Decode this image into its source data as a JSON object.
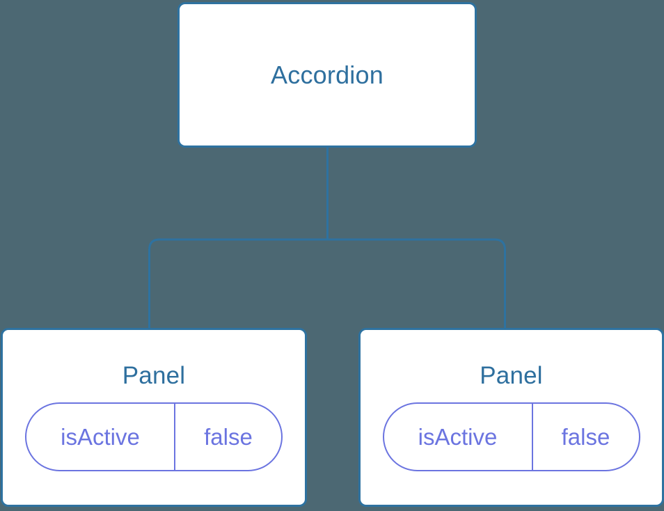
{
  "canvas": {
    "background_color": "#4c6873",
    "node_border_color": "#2e72a0",
    "node_fill_color": "#ffffff",
    "title_color": "#2e6f9e",
    "pill_color": "#6b74e0",
    "connector_color": "#2e72a0"
  },
  "tree": {
    "root": {
      "title": "Accordion"
    },
    "children": [
      {
        "title": "Panel",
        "state": {
          "key": "isActive",
          "value": "false"
        }
      },
      {
        "title": "Panel",
        "state": {
          "key": "isActive",
          "value": "false"
        }
      }
    ]
  }
}
